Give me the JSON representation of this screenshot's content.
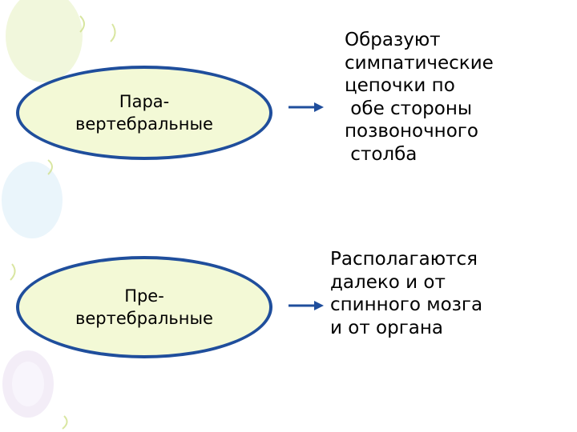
{
  "diagram": {
    "rows": [
      {
        "term": "Пара-\nвертебральные",
        "description": "Образуют\nсимпатические\nцепочки по\n обе стороны\nпозвоночного\n столба"
      },
      {
        "term": "Пре-\nвертебральные",
        "description": "Располагаются\nдалеко и от\nспинного мозга\nи от органа"
      }
    ]
  },
  "colors": {
    "ellipse_border": "#1f4e9c",
    "ellipse_fill": "#f3f9d6",
    "arrow": "#1f4e9c"
  },
  "icons": [
    "balloon-decoration",
    "right-arrow-icon"
  ]
}
